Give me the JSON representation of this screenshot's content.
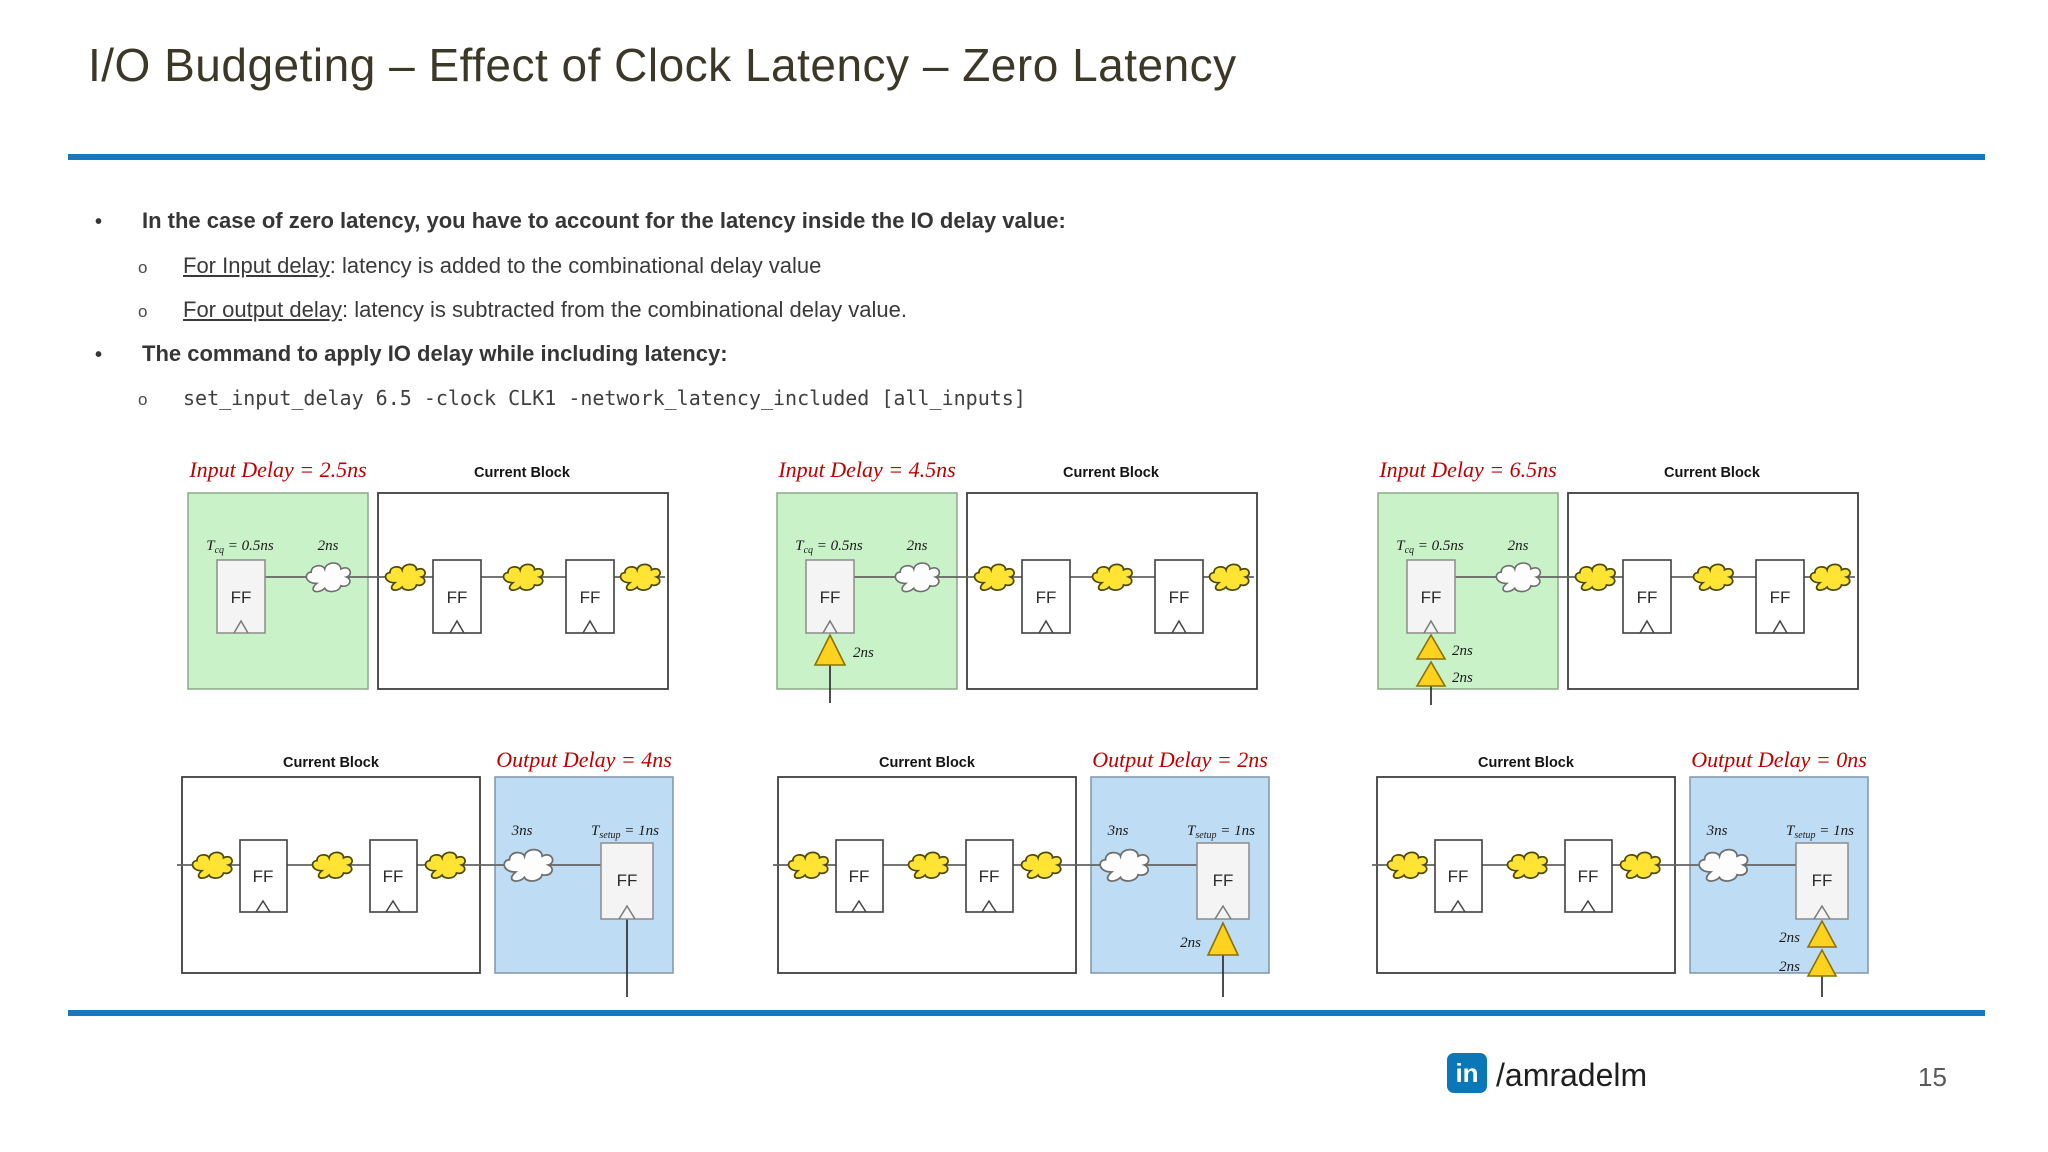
{
  "slide": {
    "title": "I/O Budgeting – Effect of Clock Latency – Zero Latency",
    "page_number": "15",
    "linkedin_handle": "/amradelm",
    "linkedin_logo_text": "in"
  },
  "bullets": {
    "marker_l1": "•",
    "marker_l2": "o",
    "b1": "In the case of zero latency, you have to account for the latency inside the IO delay value:",
    "b1_sub1_underlined": "For Input delay",
    "b1_sub1_rest": ": latency is added to the combinational delay value",
    "b1_sub2_underlined": "For output delay",
    "b1_sub2_rest": ": latency is subtracted from the combinational delay value.",
    "b2": "The command to apply IO delay while including latency:",
    "b2_sub1_code": "set_input_delay 6.5 -clock CLK1 -network_latency_included [all_inputs]"
  },
  "labels": {
    "current_block": "Current Block",
    "ff": "FF",
    "tcq": {
      "pre": "T",
      "sub": "cq",
      "post": " = 0.5ns"
    },
    "tsetup": {
      "pre": "T",
      "sub": "setup",
      "post": " = 1ns"
    },
    "input_cloud_delay": "2ns",
    "output_cloud_delay": "3ns",
    "buffer_delay": "2ns"
  },
  "input_diagrams": [
    {
      "title": "Input Delay = 2.5ns",
      "clock_buffers": 0
    },
    {
      "title": "Input Delay = 4.5ns",
      "clock_buffers": 1
    },
    {
      "title": "Input Delay = 6.5ns",
      "clock_buffers": 2
    }
  ],
  "output_diagrams": [
    {
      "title": "Output Delay = 4ns",
      "clock_buffers": 0
    },
    {
      "title": "Output Delay = 2ns",
      "clock_buffers": 1
    },
    {
      "title": "Output Delay = 0ns",
      "clock_buffers": 2
    }
  ],
  "colors": {
    "divider_blue": "#1878be",
    "label_red": "#c00000",
    "launch_region_green": "#c9f2c9",
    "capture_region_blue": "#bedcf4",
    "comb_cloud_yellow": "#ffe433",
    "title_olive": "#3c3827",
    "linkedin_blue": "#0a78b7"
  }
}
